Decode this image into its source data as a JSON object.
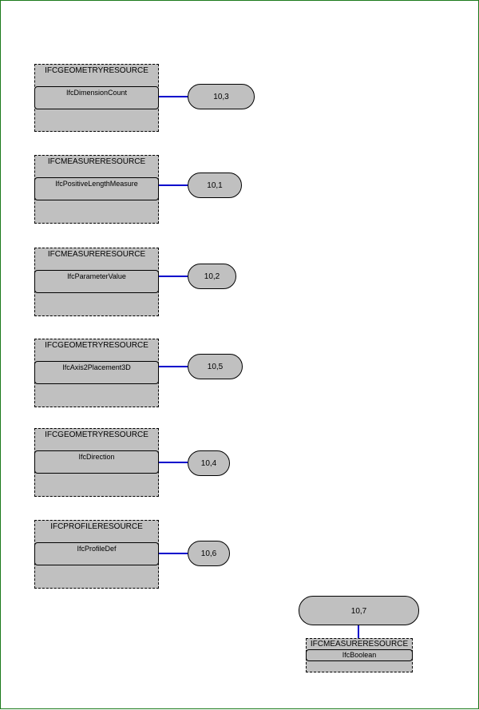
{
  "colors": {
    "connector": "#0000cc",
    "fill": "#c0c0c0",
    "frame": "#1a7a1a"
  },
  "entities": [
    {
      "schema": "IFCGEOMETRYRESOURCE",
      "type": "IfcDimensionCount",
      "ref": "10,3"
    },
    {
      "schema": "IFCMEASURERESOURCE",
      "type": "IfcPositiveLengthMeasure",
      "ref": "10,1"
    },
    {
      "schema": "IFCMEASURERESOURCE",
      "type": "IfcParameterValue",
      "ref": "10,2"
    },
    {
      "schema": "IFCGEOMETRYRESOURCE",
      "type": "IfcAxis2Placement3D",
      "ref": "10,5"
    },
    {
      "schema": "IFCGEOMETRYRESOURCE",
      "type": "IfcDirection",
      "ref": "10,4"
    },
    {
      "schema": "IFCPROFILERESOURCE",
      "type": "IfcProfileDef",
      "ref": "10,6"
    }
  ],
  "bottom_entity": {
    "schema": "IFCMEASURERESOURCE",
    "type": "IfcBoolean",
    "ref": "10,7"
  }
}
